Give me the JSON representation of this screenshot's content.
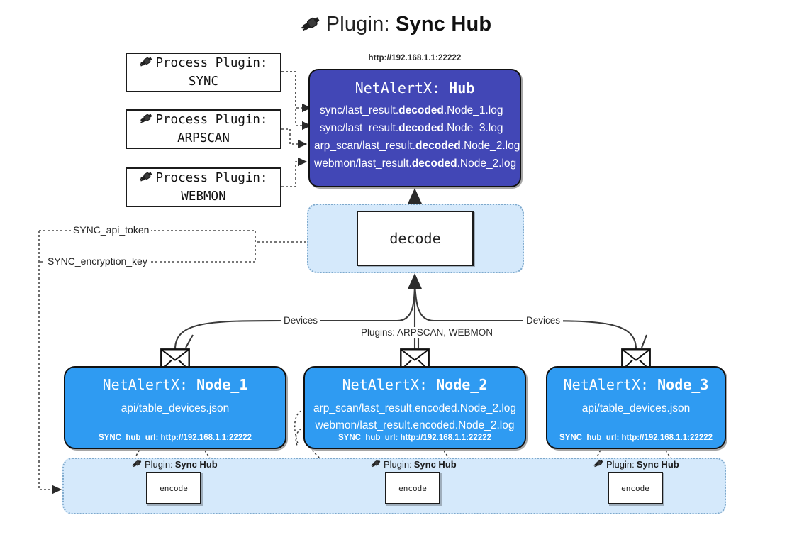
{
  "title": {
    "icon": "plug-icon",
    "prefix": "Plugin:",
    "name": "Sync Hub"
  },
  "process_plugins": [
    {
      "icon": "plug-icon",
      "prefix": "Process Plugin:",
      "name": "SYNC"
    },
    {
      "icon": "plug-icon",
      "prefix": "Process Plugin:",
      "name": "ARPSCAN"
    },
    {
      "icon": "plug-icon",
      "prefix": "Process Plugin:",
      "name": "WEBMON"
    }
  ],
  "hub": {
    "url": "http://192.168.1.1:22222",
    "title_prefix": "NetAlertX:",
    "title_name": "Hub",
    "logs": [
      {
        "pre": "sync/last_result.",
        "em": "decoded",
        "post": ".Node_1.log"
      },
      {
        "pre": "sync/last_result.",
        "em": "decoded",
        "post": ".Node_3.log"
      },
      {
        "pre": "arp_scan/last_result.",
        "em": "decoded",
        "post": ".Node_2.log"
      },
      {
        "pre": "webmon/last_result.",
        "em": "decoded",
        "post": ".Node_2.log"
      }
    ]
  },
  "decode": {
    "label": "decode"
  },
  "secrets": {
    "api_token": "SYNC_api_token",
    "encryption_key": "SYNC_encryption_key"
  },
  "edges": {
    "devices_left": "Devices",
    "devices_right": "Devices",
    "plugins_center": "Plugins: ARPSCAN, WEBMON"
  },
  "nodes": [
    {
      "title_prefix": "NetAlertX:",
      "title_name": "Node_1",
      "lines": [
        "api/table_devices.json"
      ],
      "footer": "SYNC_hub_url: http://192.168.1.1:22222",
      "band_plugin": {
        "icon": "plug-icon",
        "prefix": "Plugin:",
        "name": "Sync Hub"
      },
      "encode": "encode",
      "envelope_icon": "envelope-icon"
    },
    {
      "title_prefix": "NetAlertX:",
      "title_name": "Node_2",
      "lines": [
        "arp_scan/last_result.encoded.Node_2.log",
        "webmon/last_result.encoded.Node_2.log"
      ],
      "footer": "SYNC_hub_url: http://192.168.1.1:22222",
      "band_plugin": {
        "icon": "plug-icon",
        "prefix": "Plugin:",
        "name": "Sync Hub"
      },
      "encode": "encode",
      "envelope_icon": "envelope-icon"
    },
    {
      "title_prefix": "NetAlertX:",
      "title_name": "Node_3",
      "lines": [
        "api/table_devices.json"
      ],
      "footer": "SYNC_hub_url: http://192.168.1.1:22222",
      "band_plugin": {
        "icon": "plug-icon",
        "prefix": "Plugin:",
        "name": "Sync Hub"
      },
      "encode": "encode",
      "envelope_icon": "envelope-icon"
    }
  ],
  "colors": {
    "hub_fill": "#4247b6",
    "node_fill": "#2f9bf2",
    "band_fill": "#d5e9fb",
    "band_stroke": "#7ea9cc",
    "stroke": "#1b1b1b"
  }
}
